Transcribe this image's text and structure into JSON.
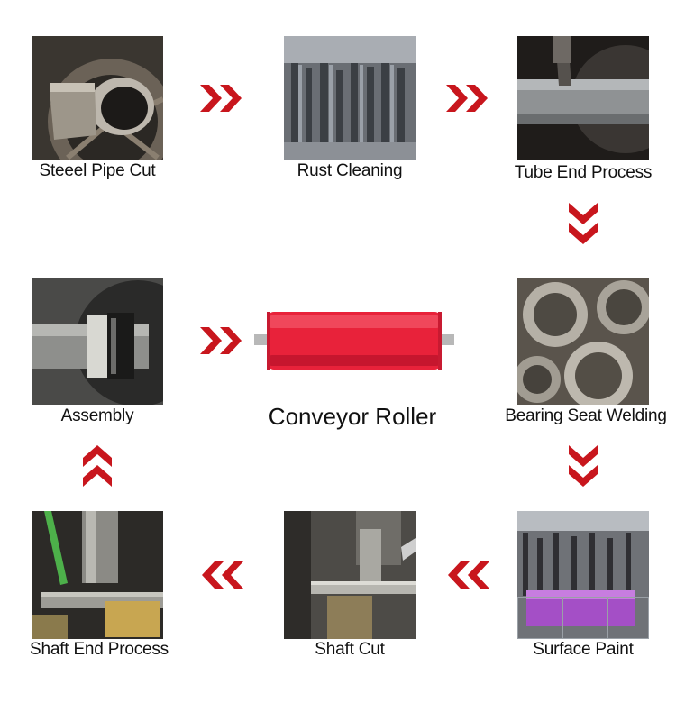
{
  "steps": [
    {
      "label": "Steeel Pipe Cut"
    },
    {
      "label": "Rust Cleaning"
    },
    {
      "label": "Tube End Process"
    },
    {
      "label": "Bearing Seat Welding"
    },
    {
      "label": "Surface Paint"
    },
    {
      "label": "Shaft Cut"
    },
    {
      "label": "Shaft End Process"
    },
    {
      "label": "Assembly"
    }
  ],
  "product": {
    "label": "Conveyor Roller"
  },
  "colors": {
    "arrow": "#c8161d",
    "roller": "#e8223a",
    "shaft": "#b8b8b8"
  },
  "arrow_icon": "double-chevron"
}
